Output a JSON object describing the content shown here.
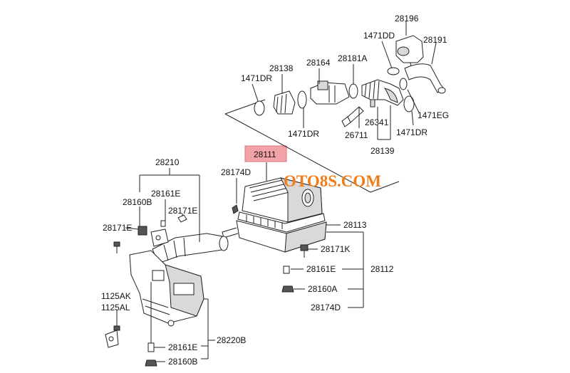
{
  "watermark": "OTO8S.COM",
  "highlight_color": "#f3a3a8",
  "watermark_color": "#f07d1a",
  "labels": {
    "p28196": "28196",
    "p1471DD": "1471DD",
    "p28191": "28191",
    "p28138": "28138",
    "p28164": "28164",
    "p28181A": "28181A",
    "p1471DR_a": "1471DR",
    "p1471DR_b": "1471DR",
    "p1471DR_c": "1471DR",
    "p1471EG": "1471EG",
    "p26341": "26341",
    "p26711": "26711",
    "p28139": "28139",
    "p28111": "28111",
    "p28174D_a": "28174D",
    "p28210": "28210",
    "p28161E_a": "28161E",
    "p28160B_a": "28160B",
    "p28171E_a": "28171E",
    "p28171E_b": "28171E",
    "p28113": "28113",
    "p28171K": "28171K",
    "p28161E_b": "28161E",
    "p28112": "28112",
    "p28160A": "28160A",
    "p28174D_b": "28174D",
    "p1125AK": "1125AK",
    "p1125AL": "1125AL",
    "p28161E_c": "28161E",
    "p28220B": "28220B",
    "p28160B_b": "28160B"
  }
}
